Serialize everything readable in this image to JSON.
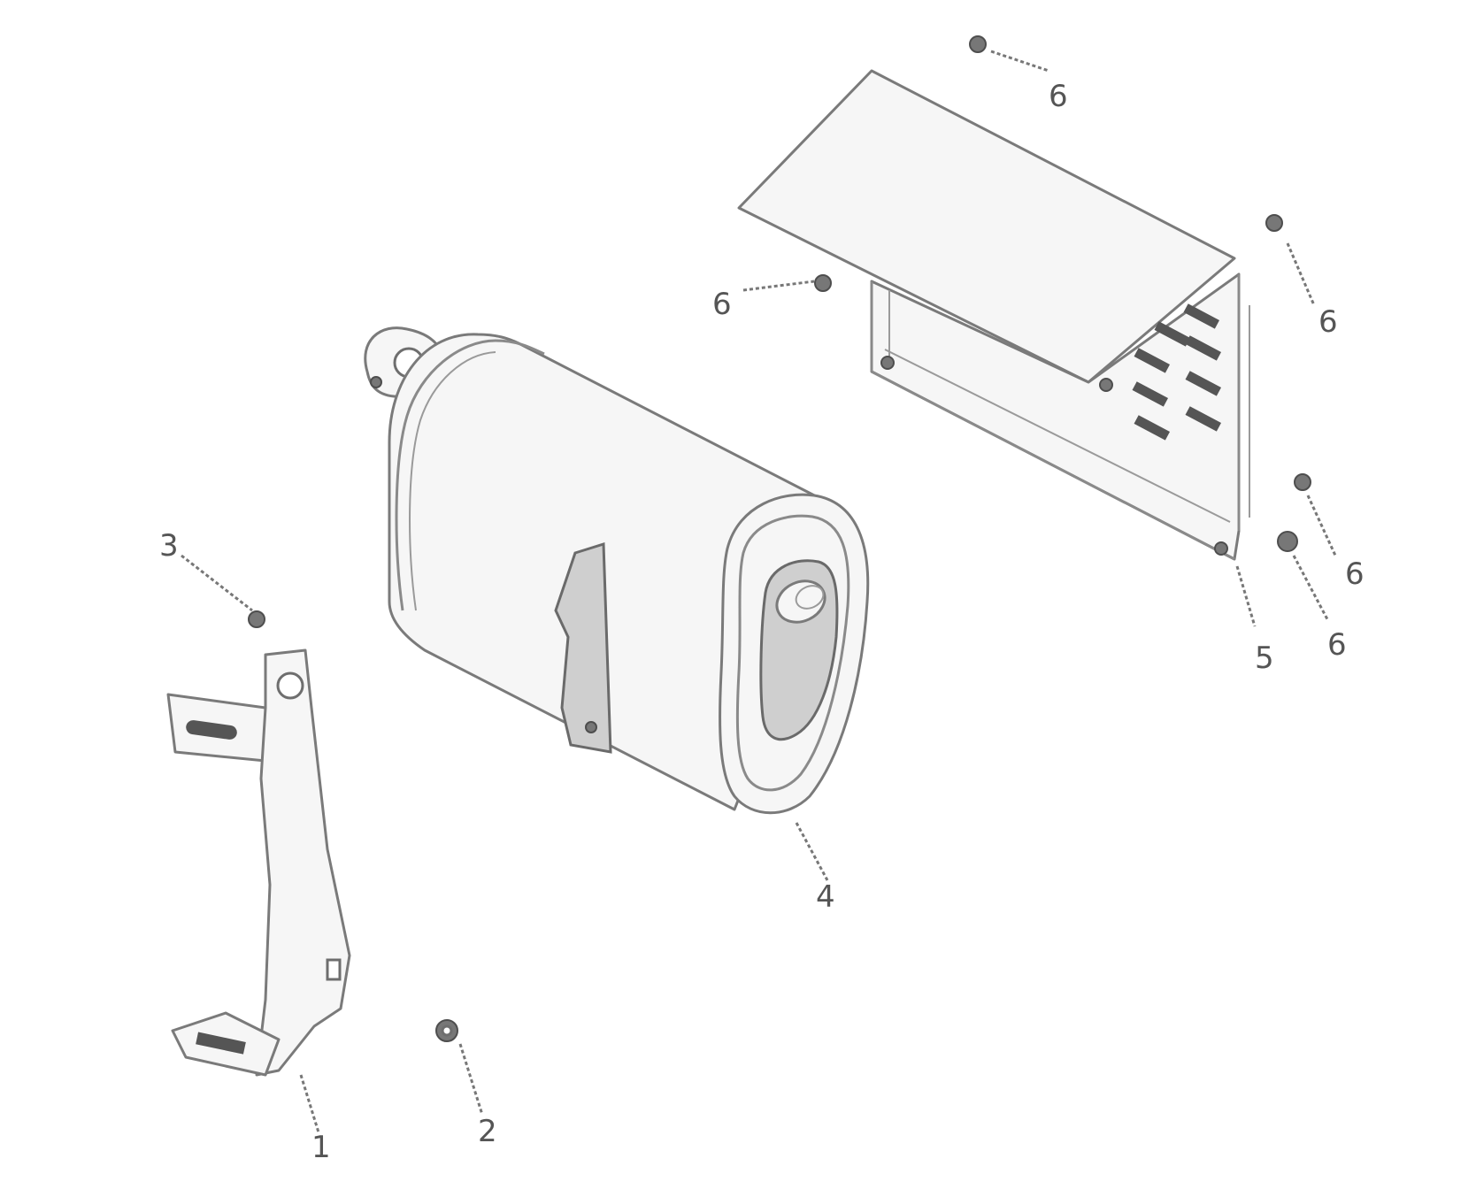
{
  "callouts": {
    "bracket": "1",
    "nut": "2",
    "bolt_left": "3",
    "muffler": "4",
    "bolt_right": "5",
    "washer": "6",
    "screw_top": "6",
    "screw_left": "6",
    "screw_right_upper": "6",
    "screw_right_lower": "6"
  }
}
